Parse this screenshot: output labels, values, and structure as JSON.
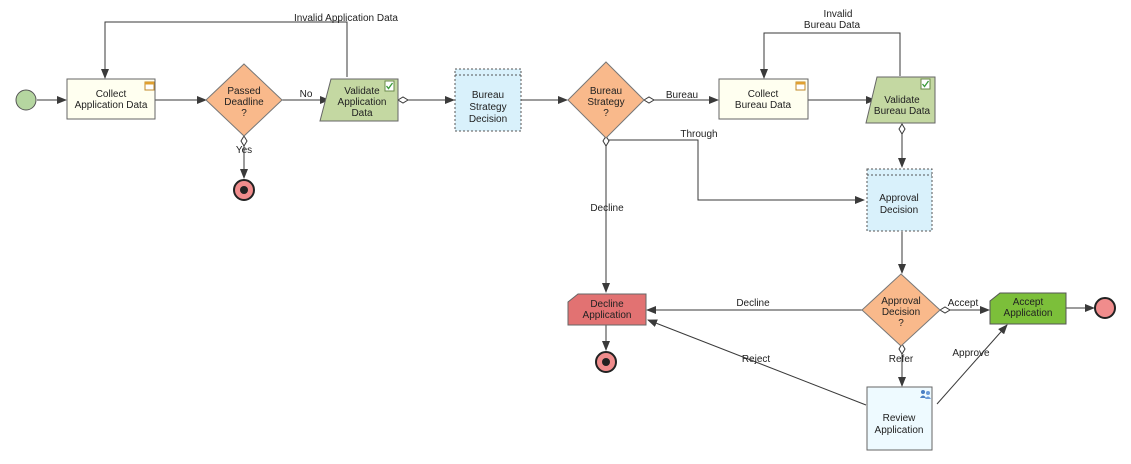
{
  "diagram": {
    "nodes": {
      "start": {
        "kind": "start-event"
      },
      "collect_app": {
        "kind": "task",
        "lines": [
          "Collect",
          "Application Data"
        ]
      },
      "passed_deadline": {
        "kind": "gateway",
        "lines": [
          "Passed",
          "Deadline",
          "?"
        ]
      },
      "end_deadline": {
        "kind": "end-event"
      },
      "validate_app": {
        "kind": "validation",
        "lines": [
          "Validate",
          "Application",
          "Data"
        ]
      },
      "bureau_strategy_decision": {
        "kind": "decision-table",
        "lines": [
          "Bureau",
          "Strategy",
          "Decision"
        ]
      },
      "bureau_strategy": {
        "kind": "gateway",
        "lines": [
          "Bureau",
          "Strategy",
          "?"
        ]
      },
      "collect_bureau": {
        "kind": "task",
        "lines": [
          "Collect",
          "Bureau Data"
        ]
      },
      "validate_bureau": {
        "kind": "validation",
        "lines": [
          "Validate",
          "Bureau Data"
        ]
      },
      "approval_decision": {
        "kind": "decision-table",
        "lines": [
          "Approval",
          "Decision"
        ]
      },
      "approval_gateway": {
        "kind": "gateway",
        "lines": [
          "Approval",
          "Decision",
          "?"
        ]
      },
      "decline_app": {
        "kind": "decline-outcome",
        "lines": [
          "Decline",
          "Application"
        ]
      },
      "end_decline": {
        "kind": "end-event"
      },
      "accept_app": {
        "kind": "accept-outcome",
        "lines": [
          "Accept",
          "Application"
        ]
      },
      "end_accept": {
        "kind": "end-event"
      },
      "review_app": {
        "kind": "manual-review",
        "lines": [
          "Review",
          "Application"
        ]
      }
    },
    "edge_labels": {
      "invalid_app": "Invalid Application Data",
      "no": "No",
      "yes": "Yes",
      "invalid_bureau_1": "Invalid",
      "invalid_bureau_2": "Bureau Data",
      "bureau": "Bureau",
      "through": "Through",
      "decline_left": "Decline",
      "decline_down": "Decline",
      "accept": "Accept",
      "refer": "Refer",
      "approve": "Approve",
      "reject": "Reject"
    },
    "colors": {
      "start_fill": "#b5d6a0",
      "end_fill": "#f08c8c",
      "task_fill": "#fffff0",
      "gateway_fill": "#f9b98b",
      "validation_fill": "#c4d8a2",
      "decision_fill": "#d9f1fb",
      "decline_fill": "#e27272",
      "accept_fill": "#7cbf3a",
      "review_fill": "#eefaff"
    }
  }
}
